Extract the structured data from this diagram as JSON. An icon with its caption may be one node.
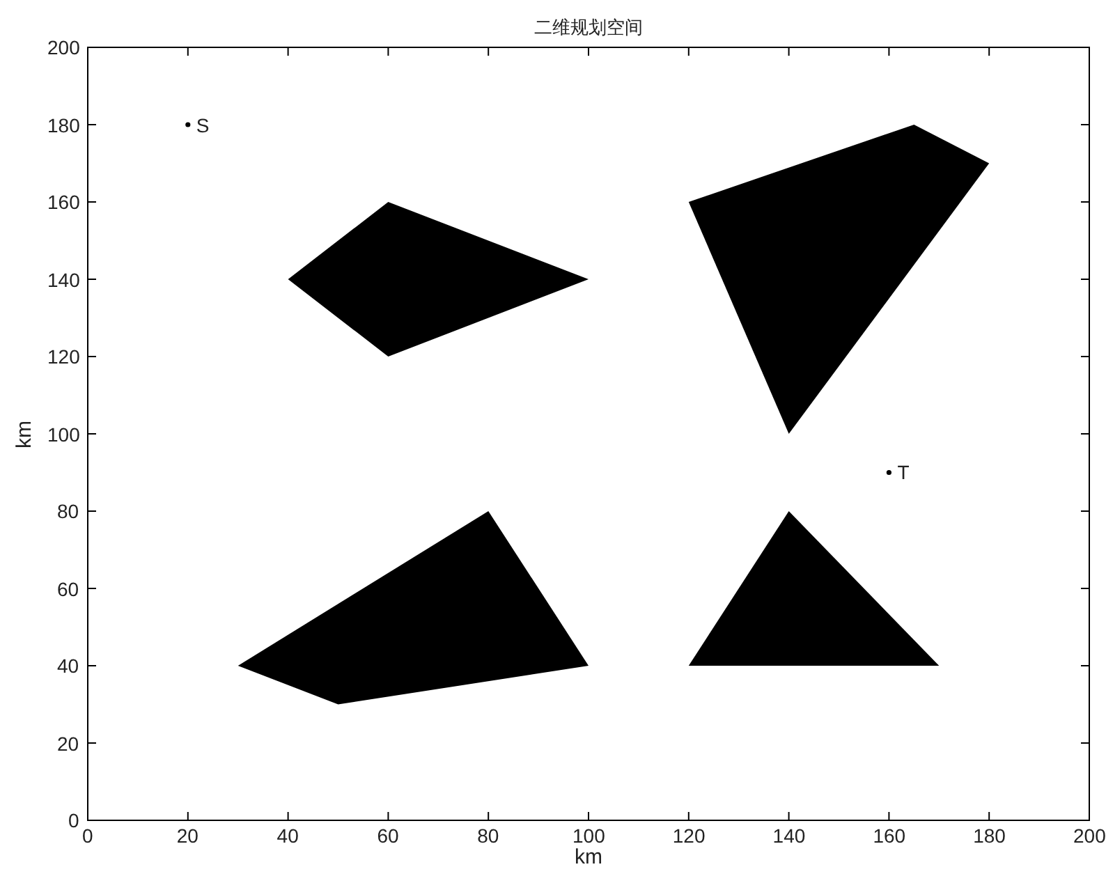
{
  "diagram": {
    "title": "二维规划空间",
    "nodes": [
      {
        "text": [],
        "shape": "polygon"
      },
      {
        "text": [],
        "shape": "polygon"
      },
      {
        "text": [],
        "shape": "polygon"
      },
      {
        "text": [],
        "shape": "polygon"
      }
    ],
    "labels": [
      "200",
      "180",
      "S",
      "160",
      "140",
      "120",
      "km",
      "100",
      "T",
      "80",
      "60",
      "40",
      "20",
      "0",
      "0",
      "20",
      "40",
      "60",
      "80",
      "100",
      "120",
      "140",
      "160",
      "180",
      "200",
      "km"
    ]
  }
}
